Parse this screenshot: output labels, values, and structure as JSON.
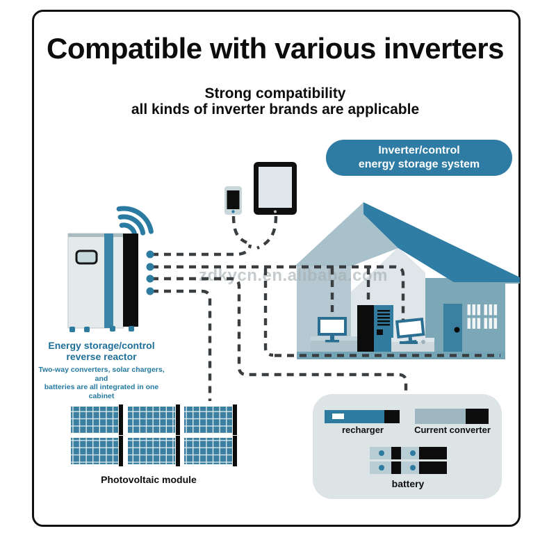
{
  "header": {
    "title": "Compatible with various inverters",
    "subtitle1": "Strong compatibility",
    "subtitle2": "all kinds of inverter brands are applicable"
  },
  "callout": {
    "line1": "Inverter/control",
    "line2": "energy storage system"
  },
  "watermark": {
    "text": "zdkycn.en.alibaba.com"
  },
  "storage_unit": {
    "label1": "Energy storage/control",
    "label2": "reverse reactor",
    "desc1": "Two-way converters, solar chargers, and",
    "desc2": "batteries are all integrated in one cabinet"
  },
  "solar": {
    "label": "Photovoltaic module"
  },
  "converter_panel": {
    "recharger": "recharger",
    "current_converter": "Current converter",
    "battery": "battery"
  },
  "icons": {
    "wifi": "wifi-icon",
    "smartphone": "smartphone-icon",
    "tablet": "tablet-icon",
    "storage_cabinet": "storage-cabinet-icon",
    "house": "house-icon",
    "solar_panels": "solar-panel-icon",
    "recharger_bar": "recharger-bar-icon",
    "converter_bar": "current-converter-bar-icon",
    "battery_cells": "battery-cells-icon"
  },
  "colors": {
    "accent_teal": "#2e7ca4",
    "stripe_teal": "#3b85a8",
    "dot_teal": "#2e7ba0",
    "wing_teal": "#7ca7b7",
    "roof_gray": "#a9c1cb",
    "wall_light": "#dee6e9",
    "dash_gray": "#3b3e40",
    "panel_gray": "#dde4e5",
    "black": "#0d0d0d",
    "label_teal": "#1e6f98"
  }
}
